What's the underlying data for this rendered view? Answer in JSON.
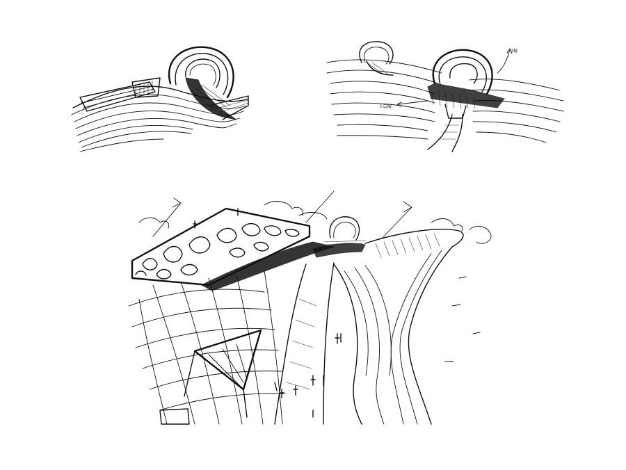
{
  "sheet": {
    "background": "#ffffff",
    "ink_color": "#111111",
    "sketches": [
      {
        "name": "ring-building-side-view",
        "count": 1
      },
      {
        "name": "ring-building-landscape-view",
        "count": 1
      },
      {
        "name": "aerial-perspective-park",
        "count": 1
      }
    ]
  },
  "annotations": {
    "right_top": "3层",
    "right_left": "入口层"
  }
}
